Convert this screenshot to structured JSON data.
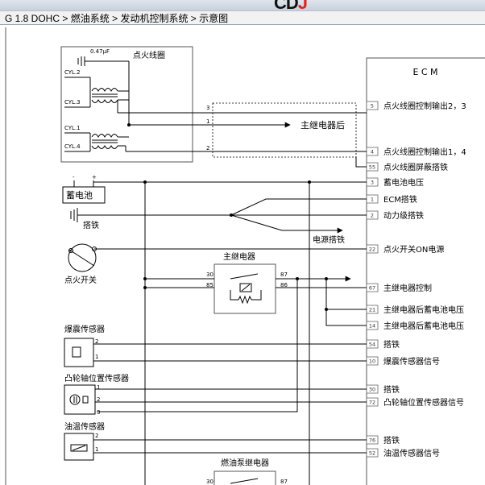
{
  "header": {
    "logo_main": "CD",
    "logo_accent": "J"
  },
  "breadcrumb": {
    "model": "G 1.8 DOHC",
    "sep": ">",
    "level1": "燃油系统",
    "level2": "发动机控制系统",
    "level3": "示意图"
  },
  "ecm": {
    "title": "E C M",
    "pins": [
      {
        "num": "5",
        "label": "点火线圈控制输出2，3"
      },
      {
        "num": "4",
        "label": "点火线圈控制输出1，4"
      },
      {
        "num": "55",
        "label": "点火线圈屏蔽搭铁"
      },
      {
        "num": "3",
        "label": "蓄电池电压"
      },
      {
        "num": "1",
        "label": "ECM搭铁"
      },
      {
        "num": "2",
        "label": "动力级搭铁"
      },
      {
        "num": "22",
        "label": "点火开关ON电源"
      },
      {
        "num": "67",
        "label": "主继电器控制"
      },
      {
        "num": "21",
        "label": "主继电器后蓄电池电压"
      },
      {
        "num": "14",
        "label": "主继电器后蓄电池电压"
      },
      {
        "num": "54",
        "label": "搭铁"
      },
      {
        "num": "10",
        "label": "爆震传感器信号"
      },
      {
        "num": "30",
        "label": "搭铁"
      },
      {
        "num": "72",
        "label": "凸轮轴位置传感器信号"
      },
      {
        "num": "76",
        "label": "搭铁"
      },
      {
        "num": "52",
        "label": "油温传感器信号"
      }
    ]
  },
  "ignition_coil": {
    "title": "点火线圈",
    "capacitor": "0.47μF",
    "cyl": [
      "CYL.2",
      "CYL.3",
      "CYL.1",
      "CYL.4"
    ],
    "terminals": [
      "3",
      "1",
      "2"
    ]
  },
  "labels": {
    "main_relay_after": "主继电器后",
    "battery": "蓄电池",
    "ground": "搭铁",
    "power_ground": "电源搭铁",
    "ignition_switch": "点火开关",
    "main_relay": "主继电器",
    "relay_pins": [
      "30",
      "87",
      "85",
      "86"
    ],
    "knock_sensor": "爆震传感器",
    "cam_sensor": "凸轮轴位置传感器",
    "oil_temp_sensor": "油温传感器",
    "fuel_pump_relay": "燃油泵继电器",
    "fuel_relay_pins": [
      "30",
      "87"
    ],
    "sensor_pins": [
      "2",
      "1"
    ],
    "cam_pins": [
      "1",
      "2",
      "3"
    ],
    "battery_terms": [
      "-",
      "+"
    ]
  }
}
